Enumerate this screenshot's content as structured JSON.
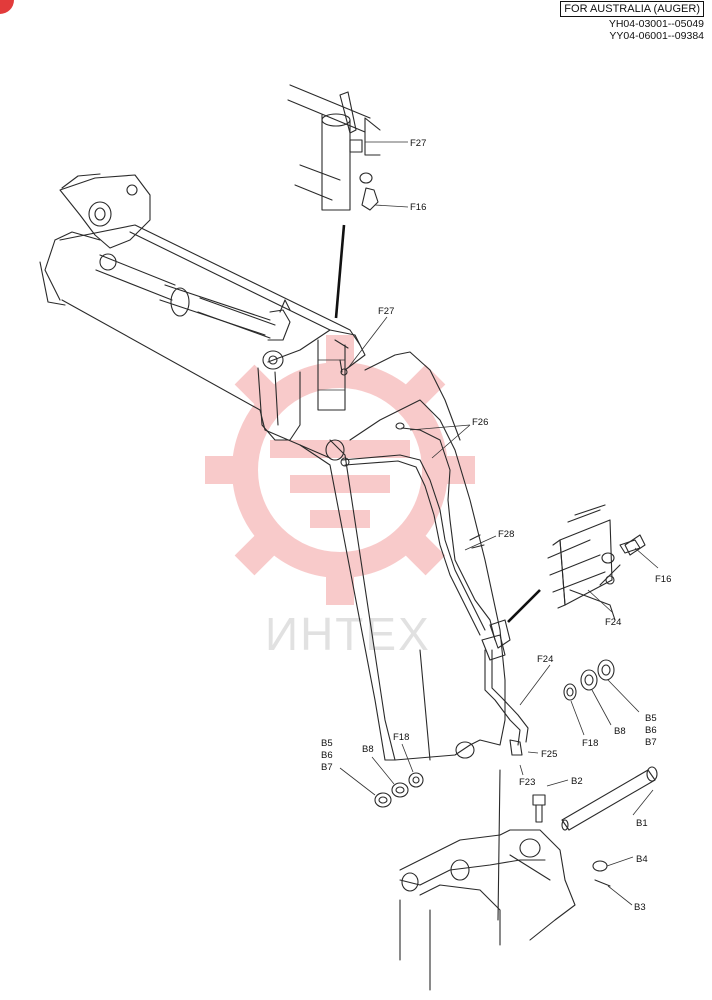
{
  "header": {
    "variant_box": "FOR AUSTRALIA (AUGER)",
    "serial_ranges": [
      "YH04-03001--05049",
      "YY04-06001--09384"
    ]
  },
  "watermark": {
    "text": "ИНТЕХ",
    "color": "#f08a8a"
  },
  "callouts": {
    "f27_top": "F27",
    "f16_top": "F16",
    "f27_mid": "F27",
    "f26": "F26",
    "f28": "F28",
    "f16_right": "F16",
    "f24_valve": "F24",
    "f24_lower": "F24",
    "f25": "F25",
    "f23": "F23",
    "b2": "B2",
    "b1": "B1",
    "b4": "B4",
    "b3": "B3",
    "f18_right": "F18",
    "b8_right": "B8",
    "b5_right": "B5",
    "b6_right": "B6",
    "b7_right": "B7",
    "b5_left": "B5",
    "b6_left": "B6",
    "b7_left": "B7",
    "b8_left": "B8",
    "f18_left": "F18"
  }
}
